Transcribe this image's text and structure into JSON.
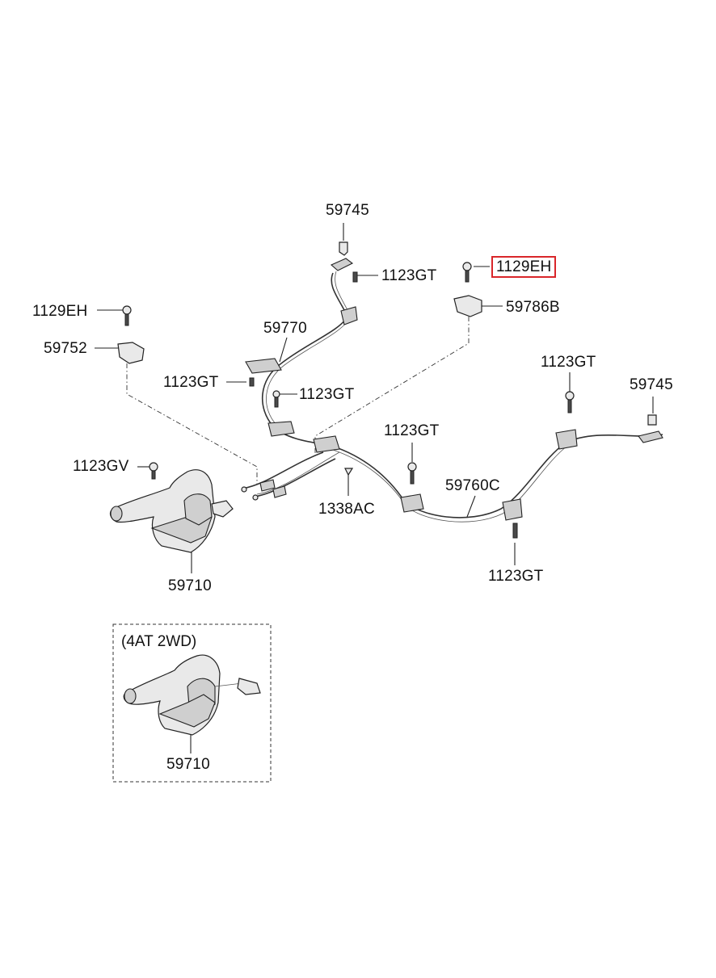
{
  "labels": {
    "p59745_top": "59745",
    "p1123GT_1": "1123GT",
    "p1129EH_right": "1129EH",
    "p59786B": "59786B",
    "p1129EH_left": "1129EH",
    "p59770": "59770",
    "p59752": "59752",
    "p1123GT_2": "1123GT",
    "p1123GT_3": "1123GT",
    "p1123GT_4": "1123GT",
    "p59745_right": "59745",
    "p1123GT_5": "1123GT",
    "p1123GV": "1123GV",
    "p59760C": "59760C",
    "p1338AC": "1338AC",
    "p59710_main": "59710",
    "p1123GT_6": "1123GT",
    "p59710_box": "59710"
  },
  "variant_box": {
    "title": "(4AT 2WD)"
  },
  "highlight": {
    "part": "1129EH",
    "color": "#d9262a"
  }
}
